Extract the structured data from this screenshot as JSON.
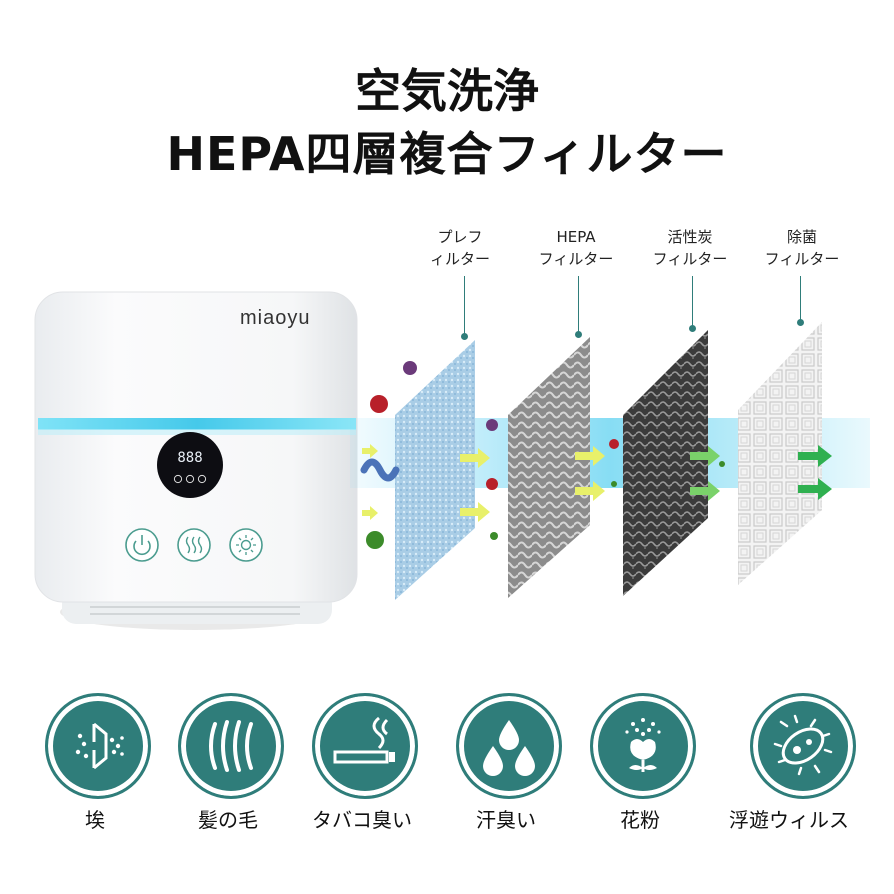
{
  "title": {
    "line1": "空気洗浄",
    "line2": "HEPA四層複合フィルター"
  },
  "device": {
    "brand": "miaoyu",
    "display_readout": "888"
  },
  "filters": [
    {
      "line1": "プレフ",
      "line2": "ィルター"
    },
    {
      "line1": "HEPA",
      "line2": "フィルター"
    },
    {
      "line1": "活性炭",
      "line2": "フィルター"
    },
    {
      "line1": "除菌",
      "line2": "フィルター"
    }
  ],
  "targets": [
    {
      "label": "埃",
      "icon": "dust-icon"
    },
    {
      "label": "髪の毛",
      "icon": "hair-icon"
    },
    {
      "label": "タバコ臭い",
      "icon": "cigarette-icon"
    },
    {
      "label": "汗臭い",
      "icon": "sweat-drops-icon"
    },
    {
      "label": "花粉",
      "icon": "pollen-flower-icon"
    },
    {
      "label": "浮遊ウィルス",
      "icon": "virus-icon"
    }
  ],
  "colors": {
    "accent": "#2f7d7a",
    "glow": "#4fd6ee",
    "arrow": "#e8f06a"
  }
}
